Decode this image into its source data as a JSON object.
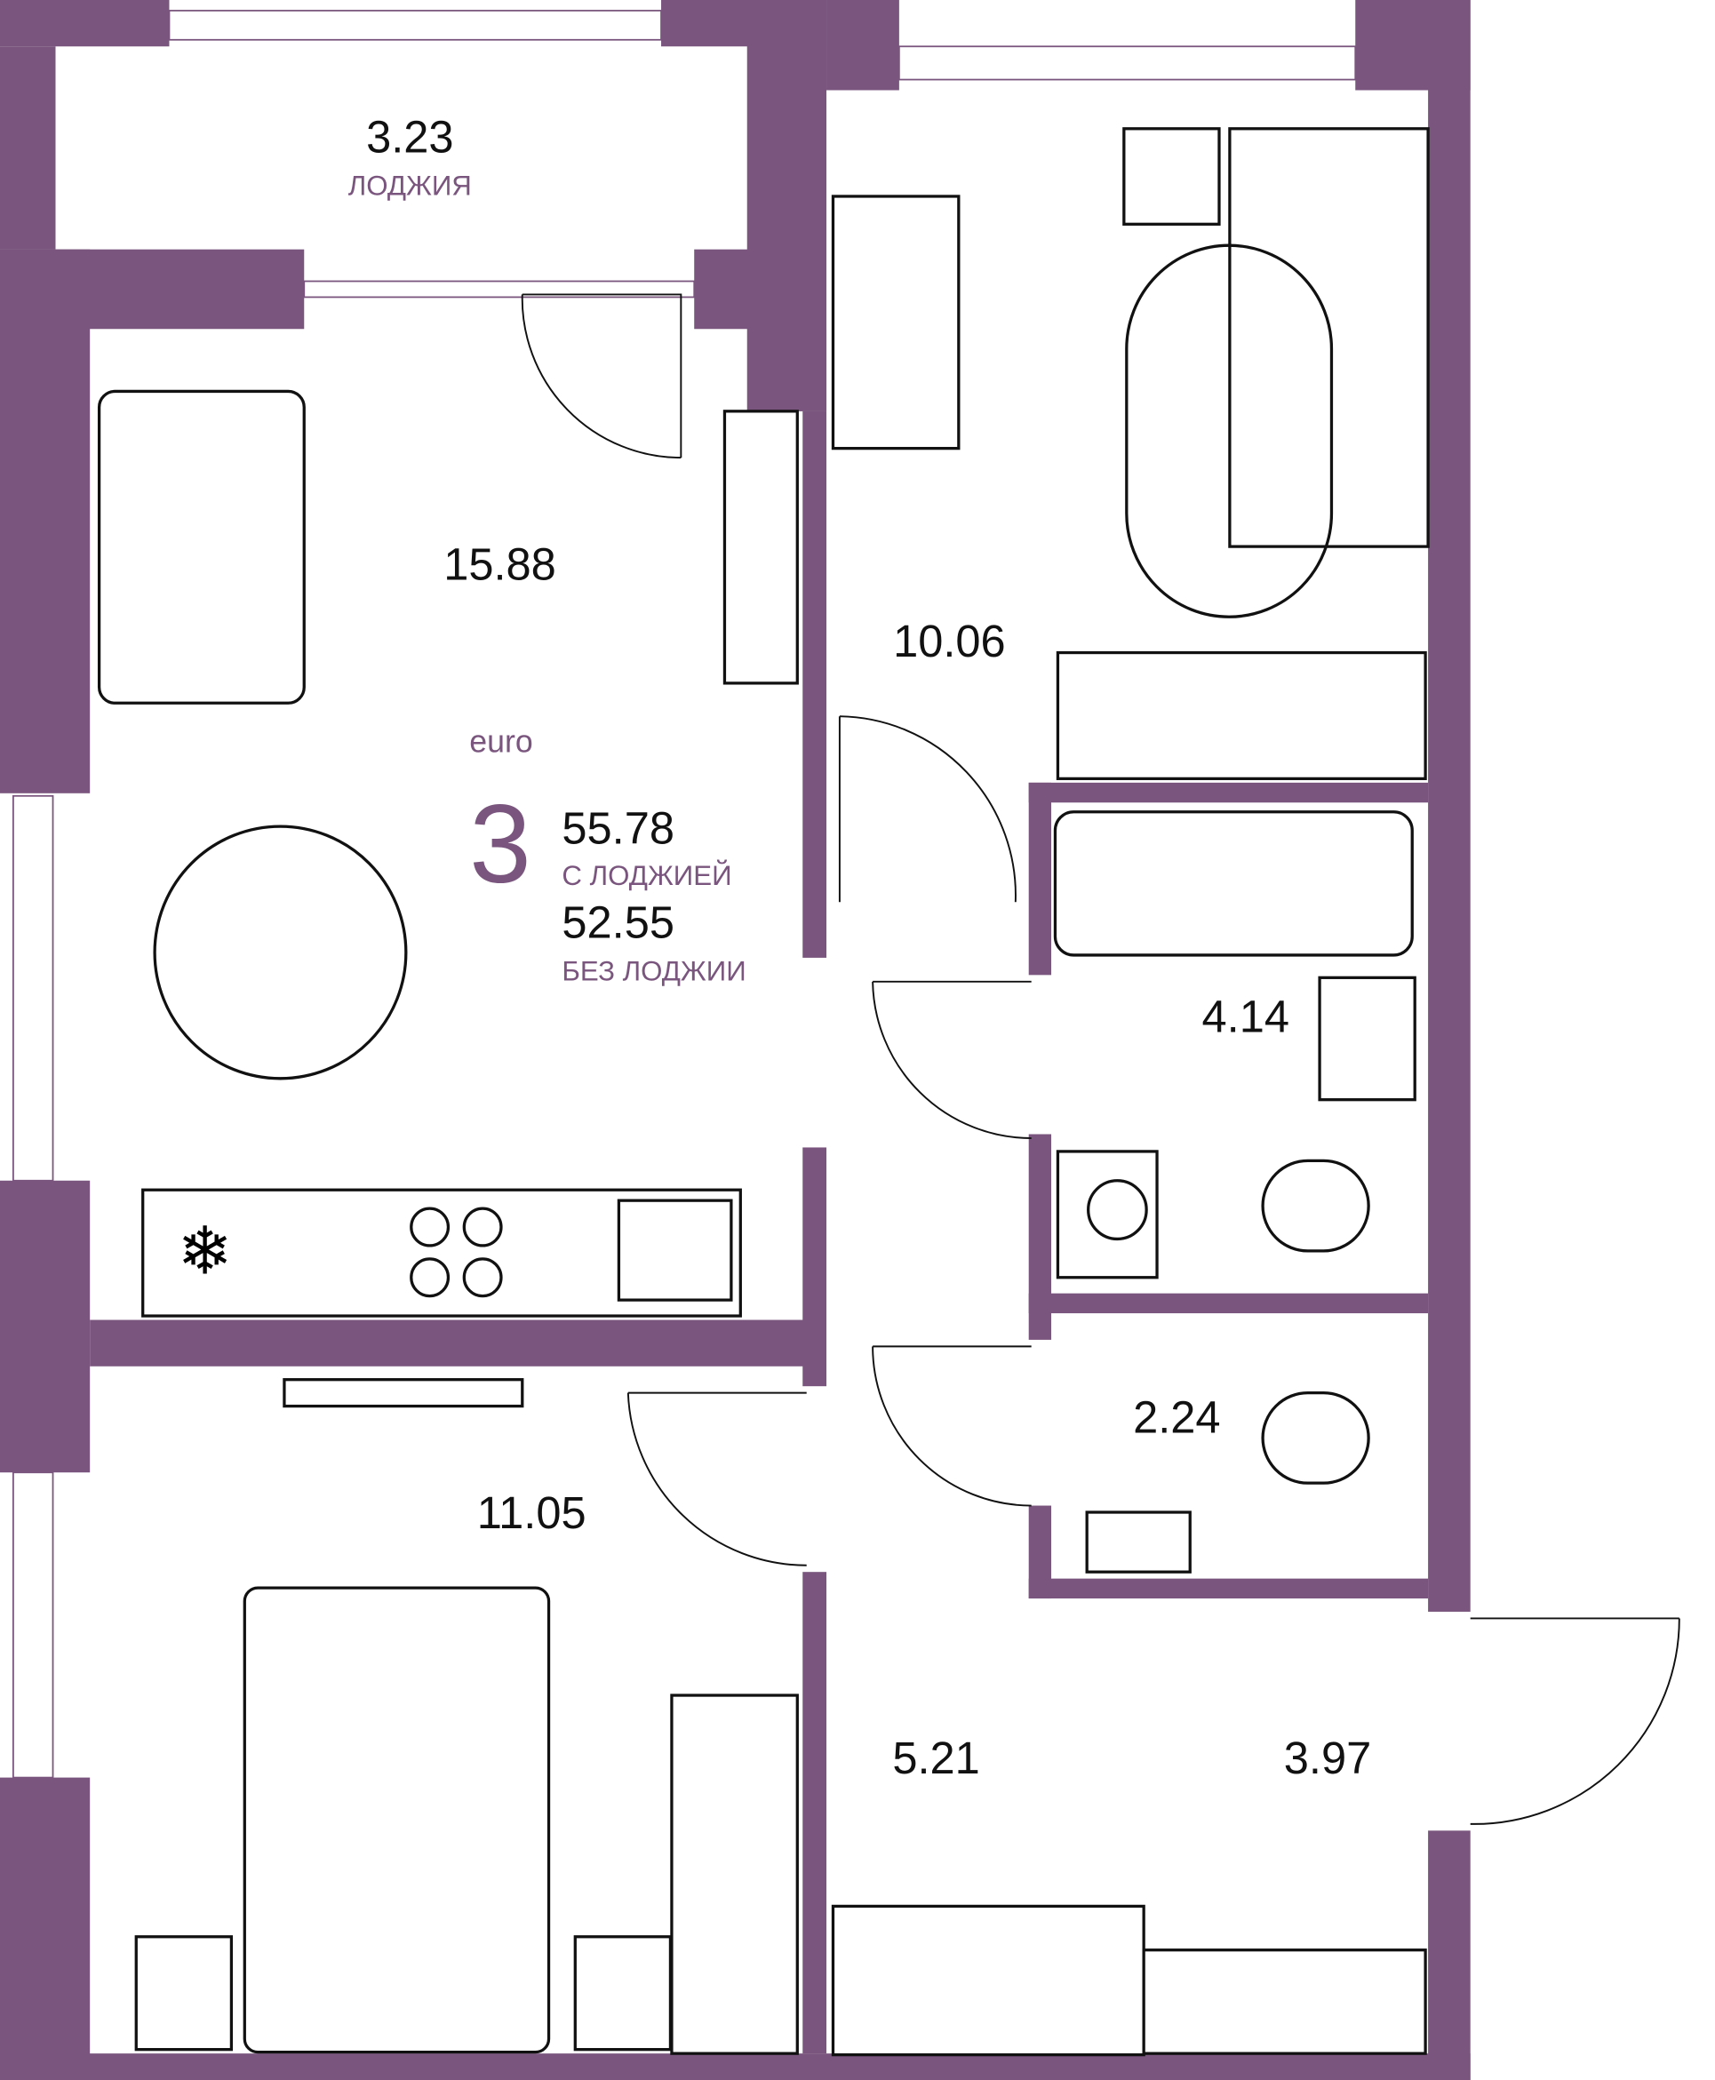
{
  "plan": {
    "type_label": "euro",
    "rooms_count": "3",
    "total_with_loggia": "55.78",
    "with_loggia_label": "С ЛОДЖИЕЙ",
    "total_without_loggia": "52.55",
    "without_loggia_label": "БЕЗ ЛОДЖИИ"
  },
  "rooms": {
    "loggia": {
      "area": "3.23",
      "label": "ЛОДЖИЯ"
    },
    "living": {
      "area": "15.88"
    },
    "bedroom1": {
      "area": "10.06"
    },
    "bathroom": {
      "area": "4.14"
    },
    "wc": {
      "area": "2.24"
    },
    "bedroom2": {
      "area": "11.05"
    },
    "hall": {
      "area": "5.21"
    },
    "entrance": {
      "area": "3.97"
    }
  },
  "colors": {
    "wall": "#7a567e",
    "text": "#111111"
  }
}
